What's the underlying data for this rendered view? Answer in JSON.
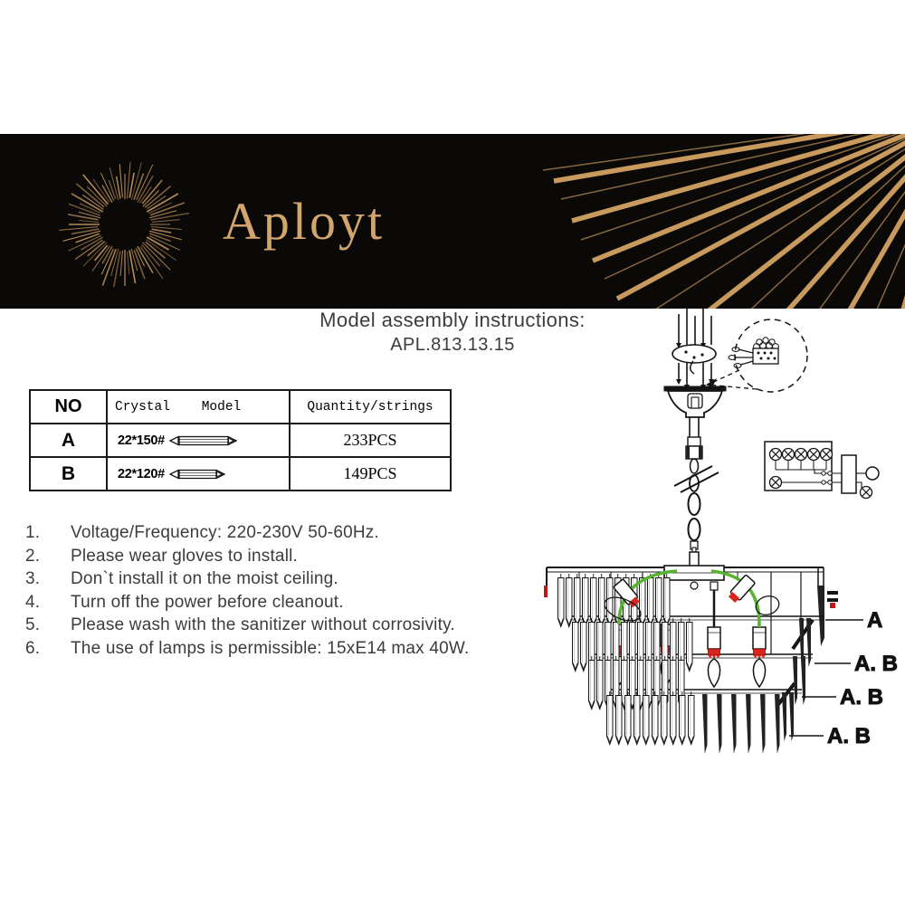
{
  "brand": {
    "name": "Aployt"
  },
  "header": {
    "title": "Model assembly instructions:",
    "model_code": "APL.813.13.15"
  },
  "table": {
    "col_no": "NO",
    "col_model": "Crystal    Model",
    "col_qty": "Quantity/strings",
    "rows": [
      {
        "no": "A",
        "size": "22*150#",
        "qty": "233PCS"
      },
      {
        "no": "B",
        "size": "22*120#",
        "qty": "149PCS"
      }
    ]
  },
  "instructions": [
    {
      "num": "1.",
      "text": "Voltage/Frequency: 220-230V 50-60Hz."
    },
    {
      "num": "2.",
      "text": "Please wear gloves to install."
    },
    {
      "num": "3.",
      "text": "Don`t install it on the moist ceiling."
    },
    {
      "num": "4.",
      "text": "Turn off the power before cleanout."
    },
    {
      "num": "5.",
      "text": "Please wash with the sanitizer without corrosivity."
    },
    {
      "num": "6.",
      "text": "The use of lamps is permissible: 15xE14 max 40W."
    }
  ],
  "diagram": {
    "labels": [
      "A",
      "A. B",
      "A. B",
      "A. B"
    ]
  },
  "colors": {
    "banner_bg": "#0b0908",
    "ray_gold": "#c89a5e",
    "brand_gold": "#d2a56e",
    "wire_green": "#56b32e",
    "socket_red": "#d9251d",
    "body_text": "#3c3c3c"
  }
}
